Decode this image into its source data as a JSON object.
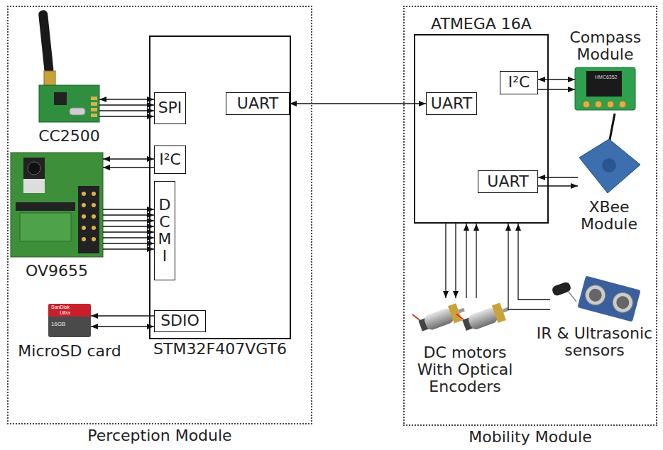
{
  "diagram": {
    "nodes": [
      {
        "text": [
          "Perception Module"
        ]
      },
      {
        "text": [
          "CC2500"
        ],
        "in": 0
      },
      {
        "text": [
          "OV9655"
        ],
        "in": 0
      },
      {
        "text": [
          "MicroSD card"
        ],
        "in": 0
      },
      {
        "text": [
          "STM32F407VGT6"
        ],
        "in": 0
      },
      {
        "text": [
          "SPI"
        ],
        "in": 4
      },
      {
        "text": [
          "I²C"
        ],
        "in": 4
      },
      {
        "text": [
          "DCMI"
        ],
        "in": 4
      },
      {
        "text": [
          "SDIO"
        ],
        "in": 4
      },
      {
        "text": [
          "UART"
        ],
        "in": 4
      },
      {
        "text": [
          "Mobility Module"
        ]
      },
      {
        "text": [
          "ATMEGA 16A"
        ],
        "in": 10
      },
      {
        "text": [
          "UART"
        ],
        "in": 11
      },
      {
        "text": [
          "I²C"
        ],
        "in": 11
      },
      {
        "text": [
          "UART"
        ],
        "in": 11
      },
      {
        "text": [
          "Compass Module"
        ],
        "in": 10
      },
      {
        "text": [
          "XBee Module"
        ],
        "in": 10
      },
      {
        "text": [
          "DC motors With Optical Encoders"
        ],
        "in": 10
      },
      {
        "text": [
          "IR & Ultrasonic sensors"
        ],
        "in": 10
      }
    ],
    "edges": [
      {
        "from": 1,
        "to": 5,
        "arrow": "both"
      },
      {
        "from": 1,
        "to": 5,
        "arrow": "to"
      },
      {
        "from": 1,
        "to": 5,
        "arrow": "to"
      },
      {
        "from": 1,
        "to": 5,
        "arrow": "to"
      },
      {
        "from": 2,
        "to": 6,
        "arrow": "both"
      },
      {
        "from": 6,
        "to": 2,
        "arrow": "to"
      },
      {
        "from": 2,
        "to": 7,
        "arrow": "to"
      },
      {
        "from": 2,
        "to": 7,
        "arrow": "to"
      },
      {
        "from": 2,
        "to": 7,
        "arrow": "to"
      },
      {
        "from": 2,
        "to": 7,
        "arrow": "to"
      },
      {
        "from": 2,
        "to": 7,
        "arrow": "to"
      },
      {
        "from": 2,
        "to": 7,
        "arrow": "to"
      },
      {
        "from": 2,
        "to": 7,
        "arrow": "to"
      },
      {
        "from": 2,
        "to": 7,
        "arrow": "to"
      },
      {
        "from": 8,
        "to": 3,
        "arrow": "to"
      },
      {
        "from": 3,
        "to": 8,
        "arrow": "both"
      },
      {
        "from": 9,
        "to": 12,
        "arrow": "both"
      },
      {
        "from": 13,
        "to": 15,
        "arrow": "both"
      },
      {
        "from": 13,
        "to": 15,
        "arrow": "to"
      },
      {
        "from": 16,
        "to": 14,
        "arrow": "to"
      },
      {
        "from": 14,
        "to": 16,
        "arrow": "to"
      },
      {
        "from": 11,
        "to": 17,
        "arrow": "to"
      },
      {
        "from": 11,
        "to": 17,
        "arrow": "to"
      },
      {
        "from": 17,
        "to": 11,
        "arrow": "to"
      },
      {
        "from": 17,
        "to": 11,
        "arrow": "to"
      },
      {
        "from": 18,
        "to": 11,
        "arrow": "to"
      },
      {
        "from": 18,
        "to": 11,
        "arrow": "to"
      }
    ],
    "labels": [
      "HMC6352",
      "SanDisk",
      "Ultra",
      "16GB"
    ]
  }
}
